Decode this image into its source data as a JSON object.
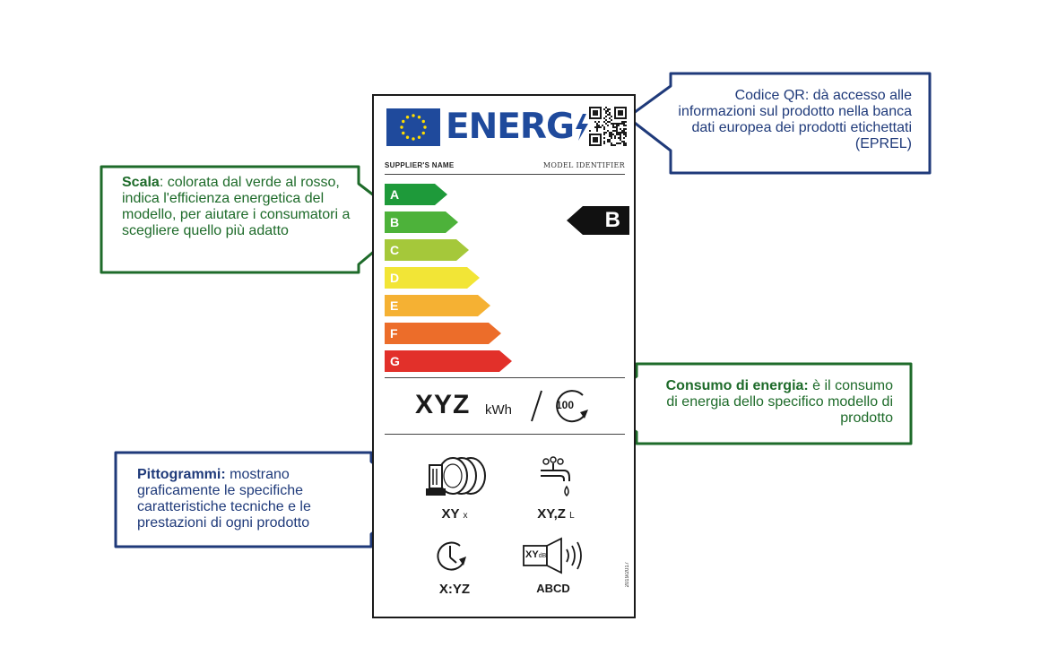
{
  "label": {
    "logo_text": "ENERG",
    "supplier": "SUPPLIER'S NAME",
    "model": "MODEL IDENTIFIER",
    "scale": [
      {
        "letter": "A",
        "color": "#1e9a3a"
      },
      {
        "letter": "B",
        "color": "#4db23a"
      },
      {
        "letter": "C",
        "color": "#a5c83a"
      },
      {
        "letter": "D",
        "color": "#f2e536"
      },
      {
        "letter": "E",
        "color": "#f5b133"
      },
      {
        "letter": "F",
        "color": "#ec6d2a"
      },
      {
        "letter": "G",
        "color": "#e2302a"
      }
    ],
    "energy_class": "B",
    "energy_value": "XYZ",
    "energy_unit": "kWh",
    "cycles": "100",
    "pictograms": [
      {
        "icon": "dishes-icon",
        "value": "XY",
        "unit": "x"
      },
      {
        "icon": "water-tap-icon",
        "value": "XY,Z",
        "unit": "L"
      },
      {
        "icon": "clock-icon",
        "value": "X:YZ",
        "unit": ""
      },
      {
        "icon": "speaker-noise-icon",
        "value": "ABCD",
        "unit": "",
        "badge": "XY",
        "badge_unit": "dB"
      }
    ],
    "regulation_code": "2019/2017"
  },
  "callouts": {
    "qr": {
      "bold": "",
      "text": "Codice QR: dà accesso alle informazioni sul prodotto nella banca dati europea dei prodotti etichettati (EPREL)",
      "color": "#1f3a7a"
    },
    "scale": {
      "bold": "Scala",
      "text": ": colorata dal verde al rosso, indica l'efficienza energetica del modello, per aiutare i consumatori a scegliere quello più adatto",
      "color": "#1e6b2a"
    },
    "energy": {
      "bold": "Consumo di energia:",
      "text": " è il consumo di energia dello specifico modello di prodotto",
      "color": "#1e6b2a"
    },
    "pictograms": {
      "bold": "Pittogrammi:",
      "text": " mostrano graficamente le specifiche caratteristiche tecniche e le prestazioni di ogni prodotto",
      "color": "#1f3a7a"
    }
  }
}
